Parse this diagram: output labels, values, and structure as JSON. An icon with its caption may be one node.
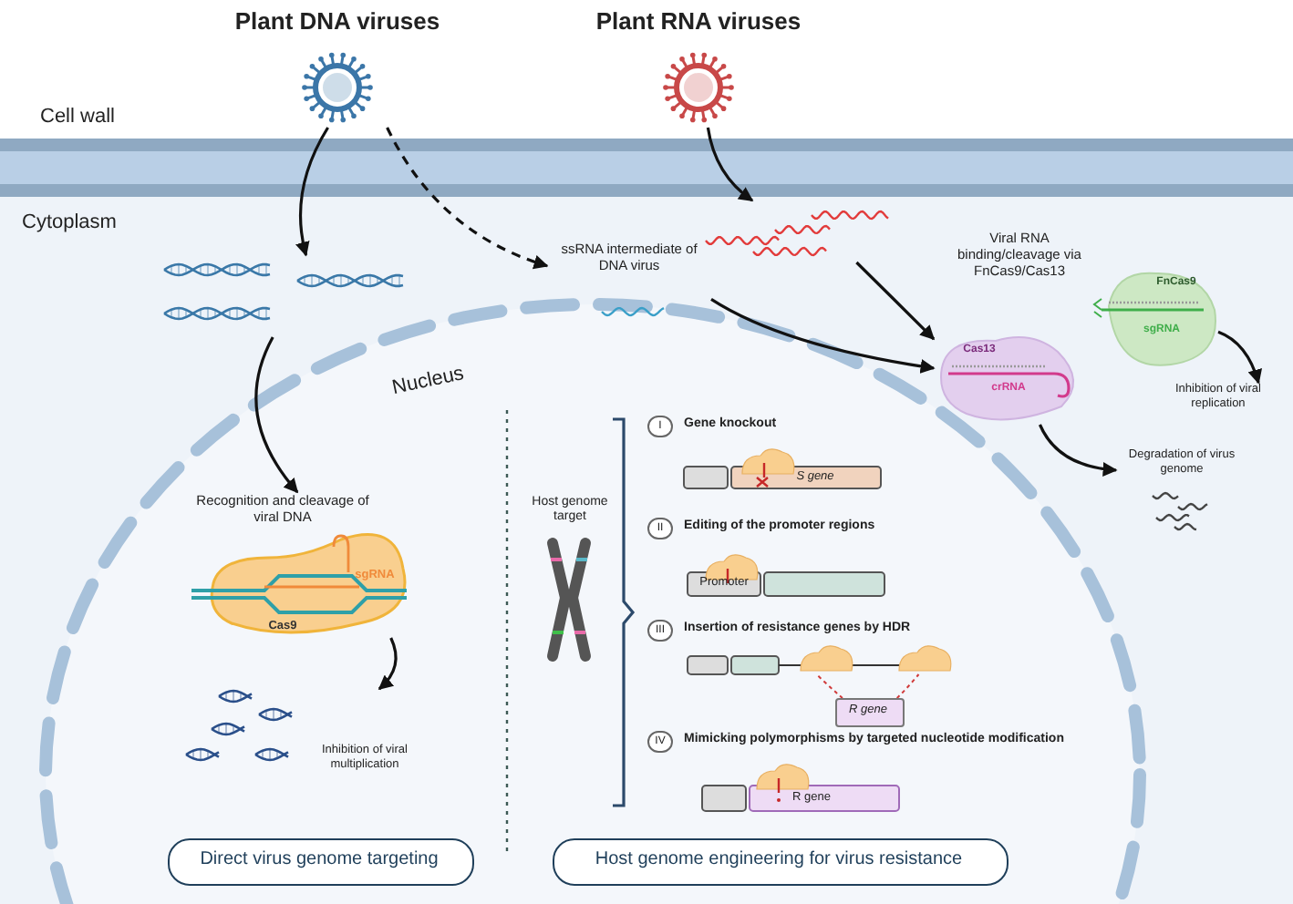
{
  "diagram": {
    "nodes": [
      {
        "text": [
          "Plant DNA viruses"
        ]
      },
      {
        "text": [
          "Plant RNA viruses"
        ]
      },
      {
        "text": [],
        "shape": "picture"
      },
      {
        "text": [
          "ssRNA intermediate of DNA virus"
        ]
      },
      {
        "text": [],
        "shape": "picture"
      },
      {
        "text": [
          "Viral RNA binding/cleavage via FnCas9/Cas13"
        ]
      },
      {
        "text": [
          "FnCas9",
          "sgRNA"
        ]
      },
      {
        "text": [
          "Cas13",
          "crRNA"
        ]
      },
      {
        "text": [
          "Inhibition of viral replication"
        ]
      },
      {
        "text": [
          "Degradation of virus genome"
        ]
      },
      {
        "text": [
          "Recognition and cleavage of viral DNA",
          "sgRNA",
          "Cas9"
        ]
      },
      {
        "text": [
          "Inhibition of viral multiplication"
        ]
      },
      {
        "text": [
          "Direct virus genome targeting"
        ]
      },
      {
        "text": [
          "Host genome target"
        ]
      },
      {
        "text": [
          "I",
          "Gene knockout",
          "S gene"
        ]
      },
      {
        "text": [
          "II",
          "Editing of the promoter regions",
          "Promoter"
        ]
      },
      {
        "text": [
          "III",
          "Insertion of resistance genes by HDR"
        ]
      },
      {
        "text": [
          "R gene"
        ]
      },
      {
        "text": [
          "IV",
          "Mimicking polymorphisms by targeted nucleotide modification",
          "R gene"
        ]
      },
      {
        "text": [
          "Host genome engineering for virus resistance"
        ]
      }
    ],
    "edges": [
      {
        "from": 0,
        "to": 2,
        "arrow": "to"
      },
      {
        "from": 0,
        "to": 3,
        "arrow": "to",
        "style": "dashed"
      },
      {
        "from": 1,
        "to": 4,
        "arrow": "to"
      },
      {
        "from": 4,
        "to": 7,
        "arrow": "to"
      },
      {
        "from": 3,
        "to": 7,
        "arrow": "to"
      },
      {
        "from": 2,
        "to": 10,
        "arrow": "to"
      },
      {
        "from": 10,
        "to": 11,
        "arrow": "to"
      },
      {
        "from": 6,
        "to": 8,
        "arrow": "to"
      },
      {
        "from": 7,
        "to": 9,
        "arrow": "to"
      },
      {
        "from": 17,
        "to": 16,
        "arrow": "none",
        "style": "dashed",
        "color": "#d03a3a"
      },
      {
        "from": 17,
        "to": 16,
        "arrow": "none",
        "style": "dashed",
        "color": "#d03a3a"
      }
    ],
    "labels": [
      "Cell wall",
      "Cytoplasm",
      "Nucleus"
    ]
  }
}
